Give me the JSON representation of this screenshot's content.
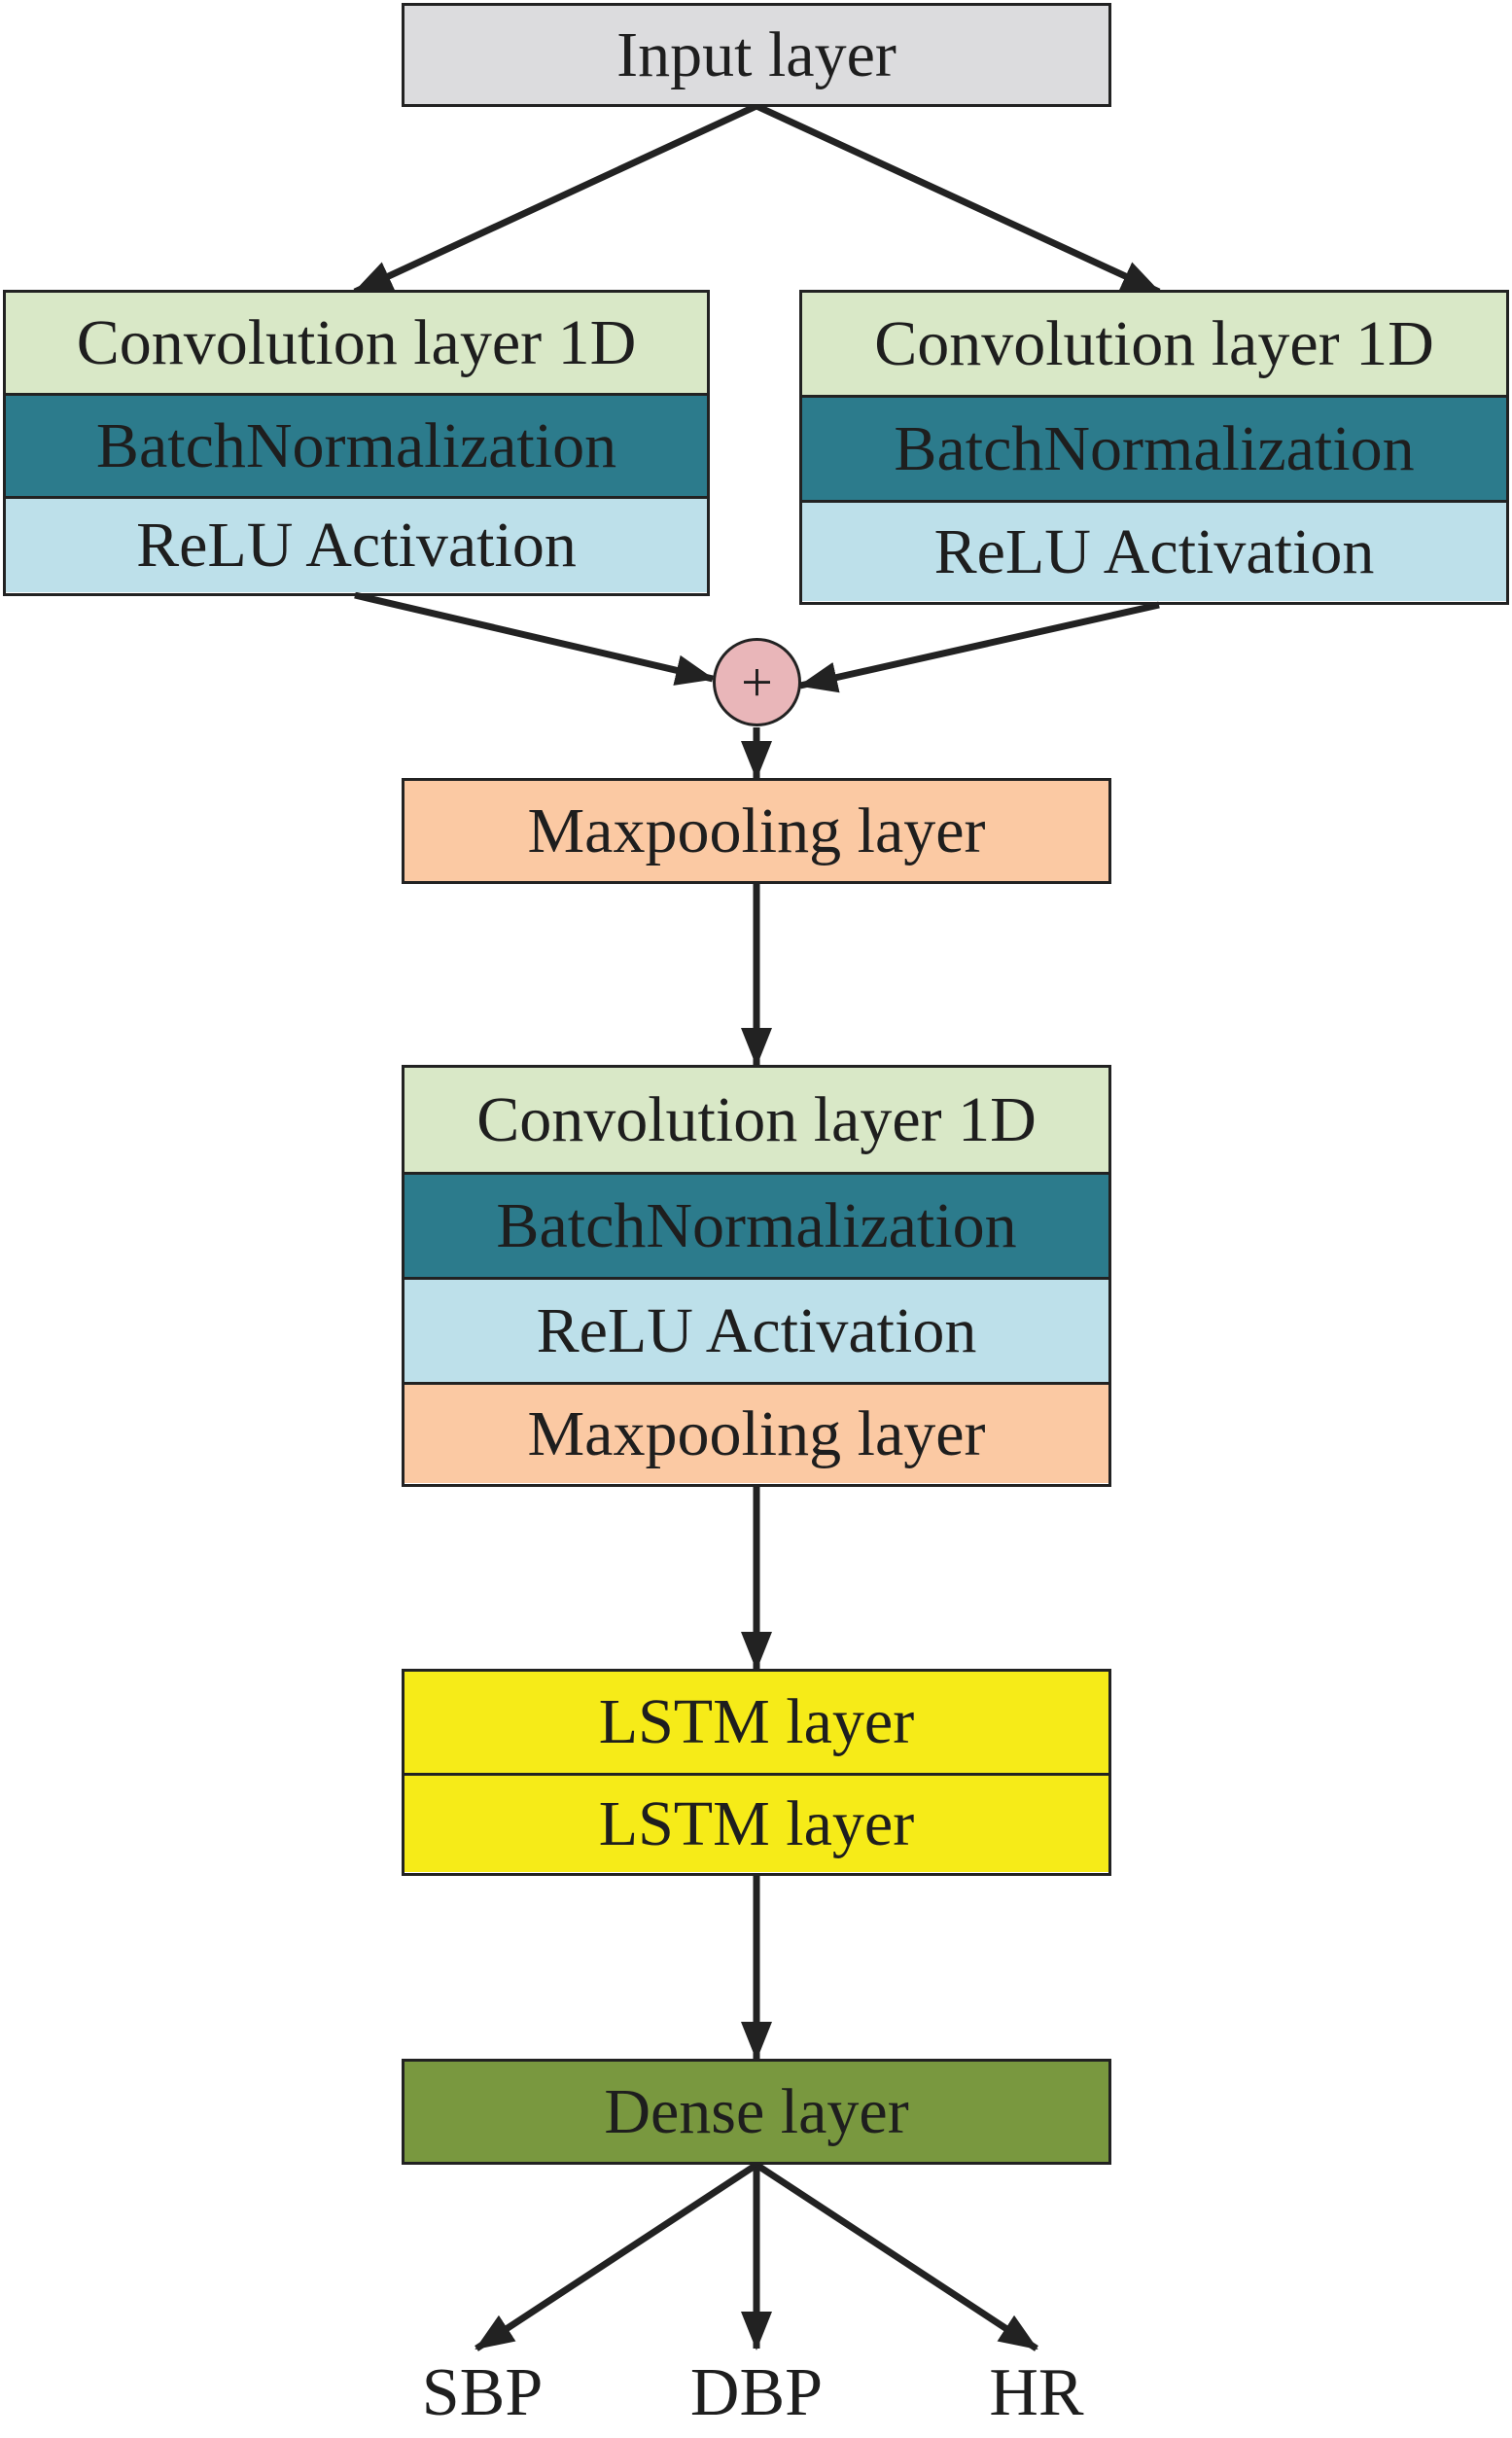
{
  "colors": {
    "input": "#dcdcde",
    "conv": "#d9e8c7",
    "batchnorm": "#2c7b8c",
    "relu": "#bde0ea",
    "maxpool": "#fbc9a3",
    "lstm": "#f6eb18",
    "dense": "#79983f",
    "add_node": "#e9b6b9",
    "line": "#222222"
  },
  "input_layer": {
    "label": "Input layer"
  },
  "branch_left": {
    "conv": "Convolution layer 1D",
    "batchnorm": "BatchNormalization",
    "relu": "ReLU Activation"
  },
  "branch_right": {
    "conv": "Convolution layer 1D",
    "batchnorm": "BatchNormalization",
    "relu": "ReLU Activation"
  },
  "add_node": {
    "symbol": "+"
  },
  "maxpool_1": {
    "label": "Maxpooling layer"
  },
  "conv_block": {
    "conv": "Convolution layer 1D",
    "batchnorm": "BatchNormalization",
    "relu": "ReLU Activation",
    "maxpool": "Maxpooling layer"
  },
  "lstm_block": {
    "lstm_1": "LSTM layer",
    "lstm_2": "LSTM layer"
  },
  "dense_layer": {
    "label": "Dense layer"
  },
  "outputs": [
    "SBP",
    "DBP",
    "HR"
  ]
}
